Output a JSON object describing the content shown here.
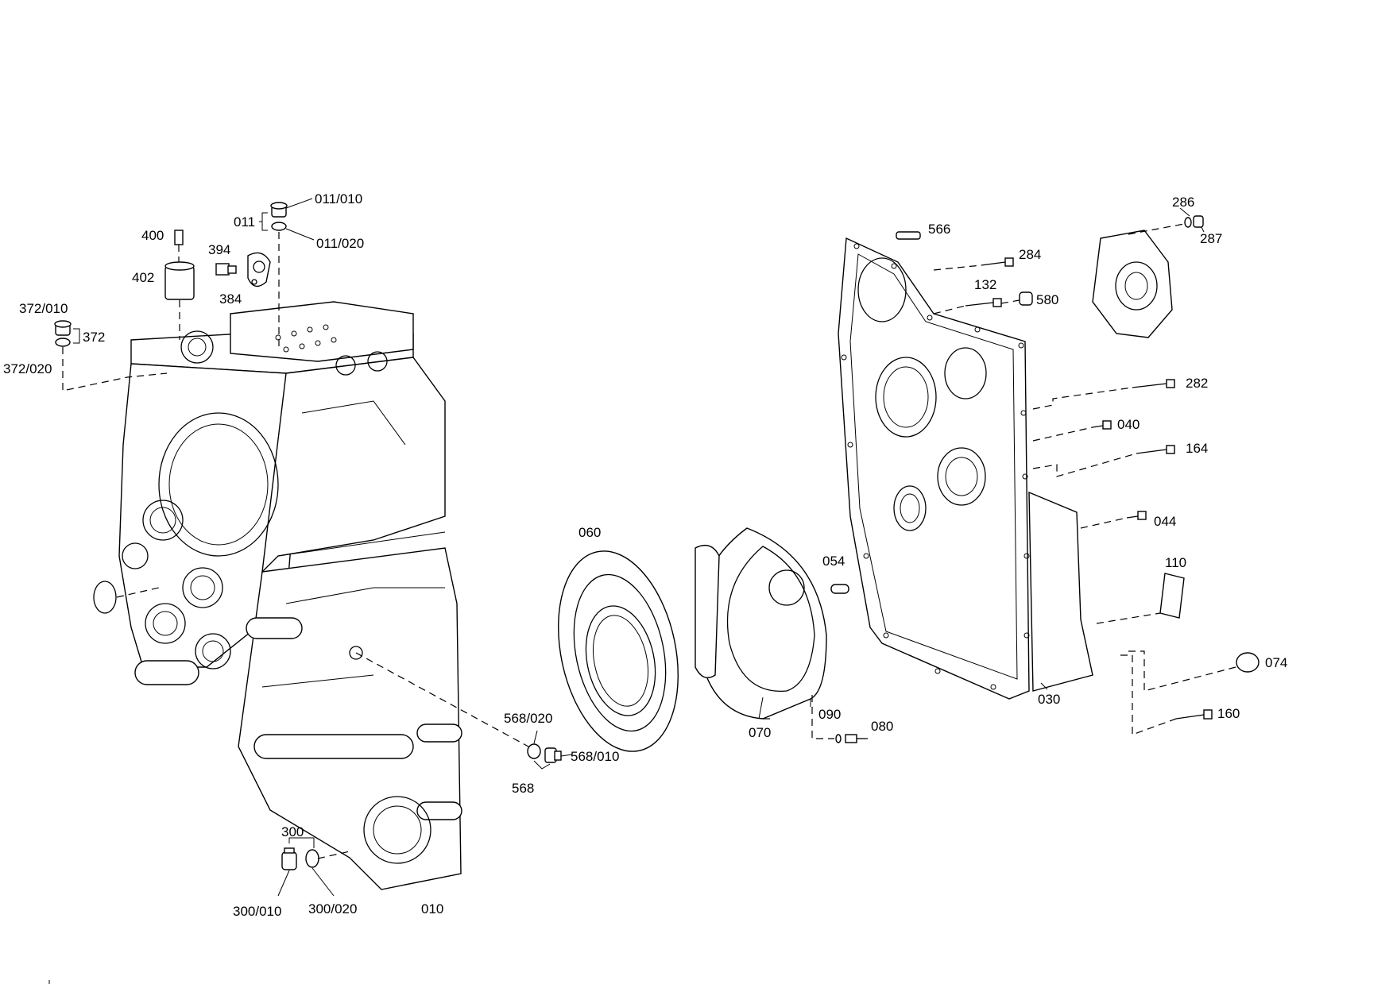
{
  "labels": {
    "p011_010": "011/010",
    "p011": "011",
    "p011_020": "011/020",
    "p400": "400",
    "p394": "394",
    "p402": "402",
    "p384": "384",
    "p372_010": "372/010",
    "p372": "372",
    "p372_020": "372/020",
    "p060": "060",
    "p054": "054",
    "p070": "070",
    "p090": "090",
    "p080": "080",
    "p568_020": "568/020",
    "p568_010": "568/010",
    "p568": "568",
    "p300": "300",
    "p300_010": "300/010",
    "p300_020": "300/020",
    "p010": "010",
    "p566": "566",
    "p284": "284",
    "p132": "132",
    "p580": "580",
    "p286": "286",
    "p287": "287",
    "p282": "282",
    "p040": "040",
    "p164": "164",
    "p044": "044",
    "p110": "110",
    "p074": "074",
    "p030": "030",
    "p160": "160"
  }
}
